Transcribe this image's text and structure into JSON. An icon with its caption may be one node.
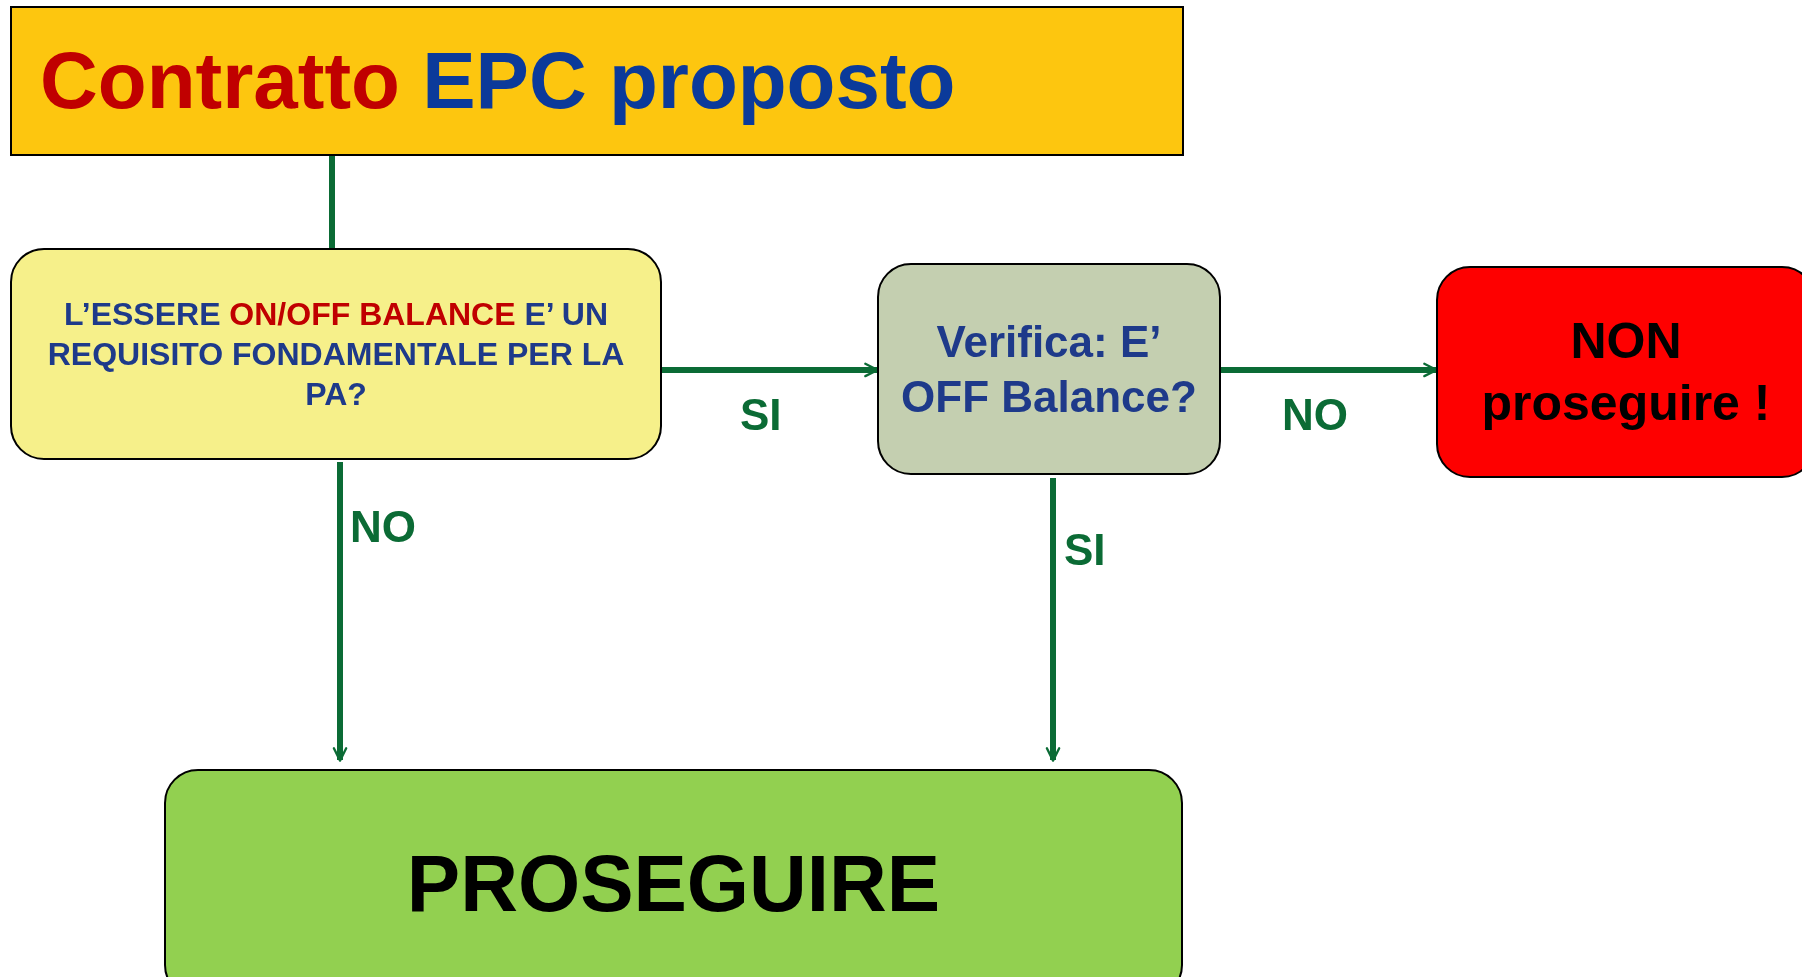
{
  "diagram": {
    "nodes": [
      {
        "text": [
          "Contratto",
          "EPC proposto"
        ]
      },
      {
        "text": [
          "L’ESSERE",
          "ON/OFF BALANCE",
          "E’ UN REQUISITO FONDAMENTALE PER LA PA?"
        ]
      },
      {
        "text": [
          "Verifica: E’ OFF Balance?"
        ]
      },
      {
        "text": [
          "NON proseguire !"
        ]
      },
      {
        "text": [
          "PROSEGUIRE"
        ]
      }
    ],
    "edges": [
      {
        "from": 0,
        "to": 1,
        "arrow": "none"
      },
      {
        "from": 1,
        "to": 2,
        "arrow": "to",
        "label": "SI"
      },
      {
        "from": 2,
        "to": 3,
        "arrow": "to",
        "label": "NO"
      },
      {
        "from": 1,
        "to": 4,
        "arrow": "to",
        "label": "NO"
      },
      {
        "from": 2,
        "to": 4,
        "arrow": "to",
        "label": "SI"
      }
    ]
  }
}
